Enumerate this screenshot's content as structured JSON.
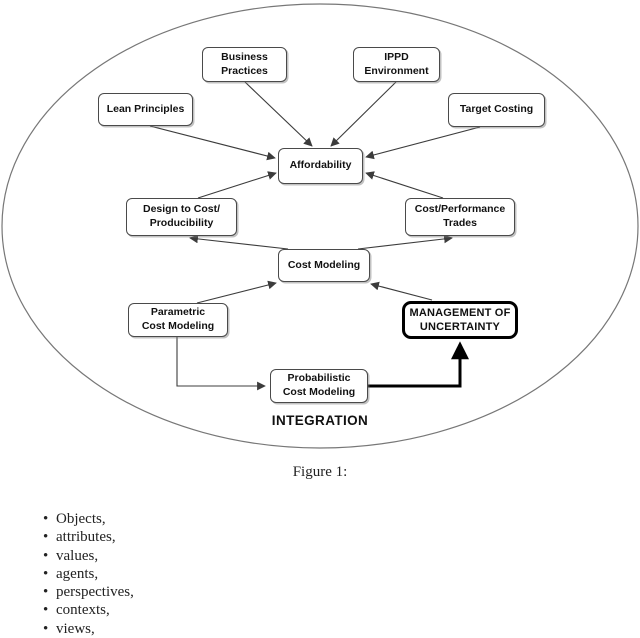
{
  "figure": {
    "caption": "Figure 1:"
  },
  "diagram": {
    "integration_label": "INTEGRATION",
    "nodes": {
      "business_practices": "Business\nPractices",
      "ippd_environment": "IPPD\nEnvironment",
      "lean_principles": "Lean Principles",
      "target_costing": "Target Costing",
      "affordability": "Affordability",
      "design_to_cost": "Design to Cost/\nProducibility",
      "cost_performance_trades": "Cost/Performance\nTrades",
      "cost_modeling": "Cost Modeling",
      "parametric_cost_modeling": "Parametric\nCost Modeling",
      "management_of_uncertainty": "MANAGEMENT OF\nUNCERTAINTY",
      "probabilistic_cost_modeling": "Probabilistic\nCost Modeling"
    },
    "colors": {
      "thin_line": "#3c3c3c",
      "thick_line": "#000000",
      "ellipse_stroke": "#777777",
      "box_border": "#4a4a4a"
    }
  },
  "bullets": [
    "Objects,",
    "attributes,",
    "values,",
    "agents,",
    "perspectives,",
    "contexts,",
    "views,"
  ]
}
